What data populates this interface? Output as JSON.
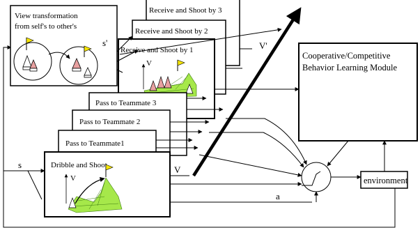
{
  "view_transform": {
    "line1": "View transformation",
    "line2": "from self's to other's"
  },
  "modules": {
    "receive_3": "Receive and Shoot by 3",
    "receive_2": "Receive and Shoot by 2",
    "receive_1": "Receive and Shoot by 1",
    "pass_3": "Pass to Teammate 3",
    "pass_2": "Pass to Teammate 2",
    "pass_1": "Pass to Teammate1",
    "dribble": "Dribble and Shoot"
  },
  "learning_module": {
    "line1": "Cooperative/Competitive",
    "line2": "Behavior Learning Module"
  },
  "environment": "environment",
  "signals": {
    "s_prime": "s'",
    "v_prime": "V'",
    "s": "s",
    "v": "V",
    "a": "a"
  },
  "axis_v": "V"
}
